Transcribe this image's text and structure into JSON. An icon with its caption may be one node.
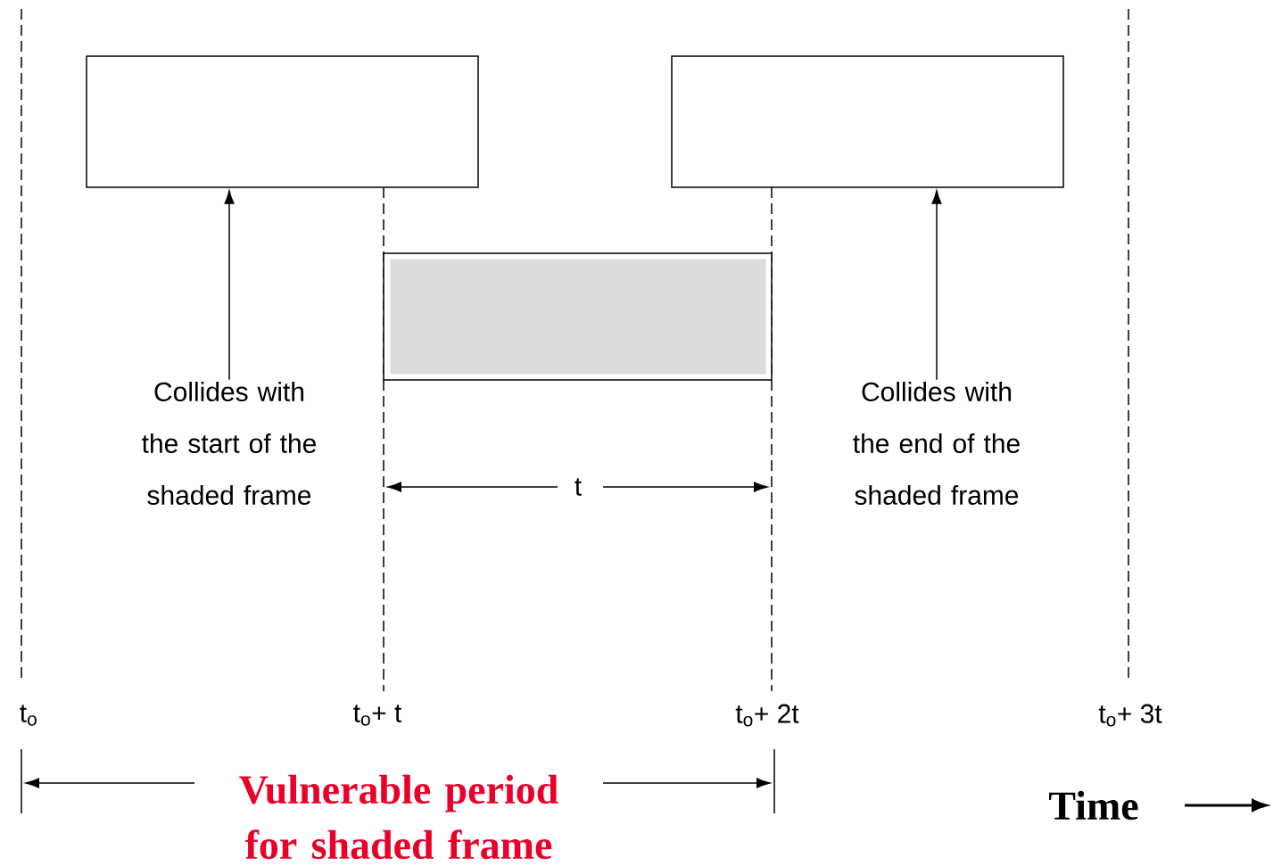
{
  "diagram": {
    "nodes": [
      {
        "text": [],
        "shape": "box"
      },
      {
        "text": [],
        "shape": "box"
      },
      {
        "text": [],
        "shape": "box"
      },
      {
        "text": [
          "Collides with the start of the shaded frame"
        ]
      },
      {
        "text": [
          "Collides with the end of the shaded frame"
        ]
      }
    ],
    "edges": [
      {
        "from": 3,
        "to": 0,
        "arrow": "to"
      },
      {
        "from": 4,
        "to": 1,
        "arrow": "to"
      }
    ],
    "labels": [
      "t",
      "t$_{o}$",
      "t$_{o}$+ t",
      "t$_{o}$+ 2t",
      "t$_{o}$+ 3t",
      "Vulnerable period for shaded frame",
      "Time"
    ]
  }
}
